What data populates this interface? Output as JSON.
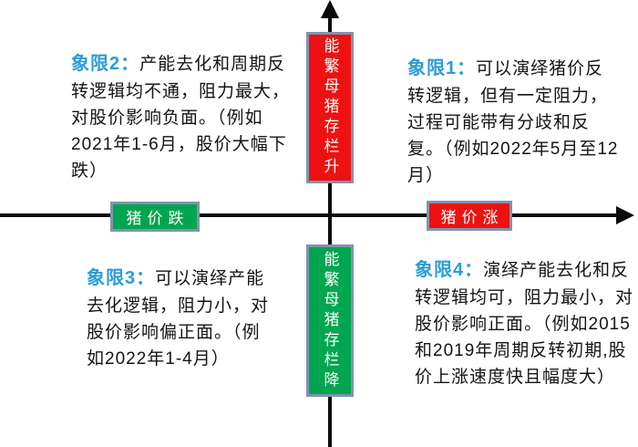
{
  "axes": {
    "y_positive_label": "能繁母猪存栏升",
    "y_negative_label": "能繁母猪存栏降",
    "x_negative_label": "猪价跌",
    "x_positive_label": "猪价涨"
  },
  "quadrants": [
    {
      "label": "象限1：",
      "body": "可以演绎猪价反转逻辑，但有一定阻力，过程可能带有分歧和反复。（例如2022年5月至12月）"
    },
    {
      "label": "象限2：",
      "body": "产能去化和周期反转逻辑均不通，阻力最大，对股价影响负面。（例如2021年1-6月，股价大幅下跌）"
    },
    {
      "label": "象限3：",
      "body": "可以演绎产能去化逻辑，阻力小，对股价影响偏正面。（例如2022年1-4月）"
    },
    {
      "label": "象限4：",
      "body": "演绎产能去化和反转逻辑均可，阻力最小，对股价影响正面。（例如2015和2019年周期反转初期,股价上涨速度快且幅度大）"
    }
  ],
  "colors": {
    "up_box_red": "#ee1111",
    "down_box_green": "#00a64f",
    "price_down_green": "#00a64f",
    "price_up_red": "#ee1111",
    "box_border": "#8193ae",
    "quadrant_label_blue": "#2b9cd9",
    "axis_black": "#0a0a0a",
    "box_text_white": "#ffffff"
  }
}
